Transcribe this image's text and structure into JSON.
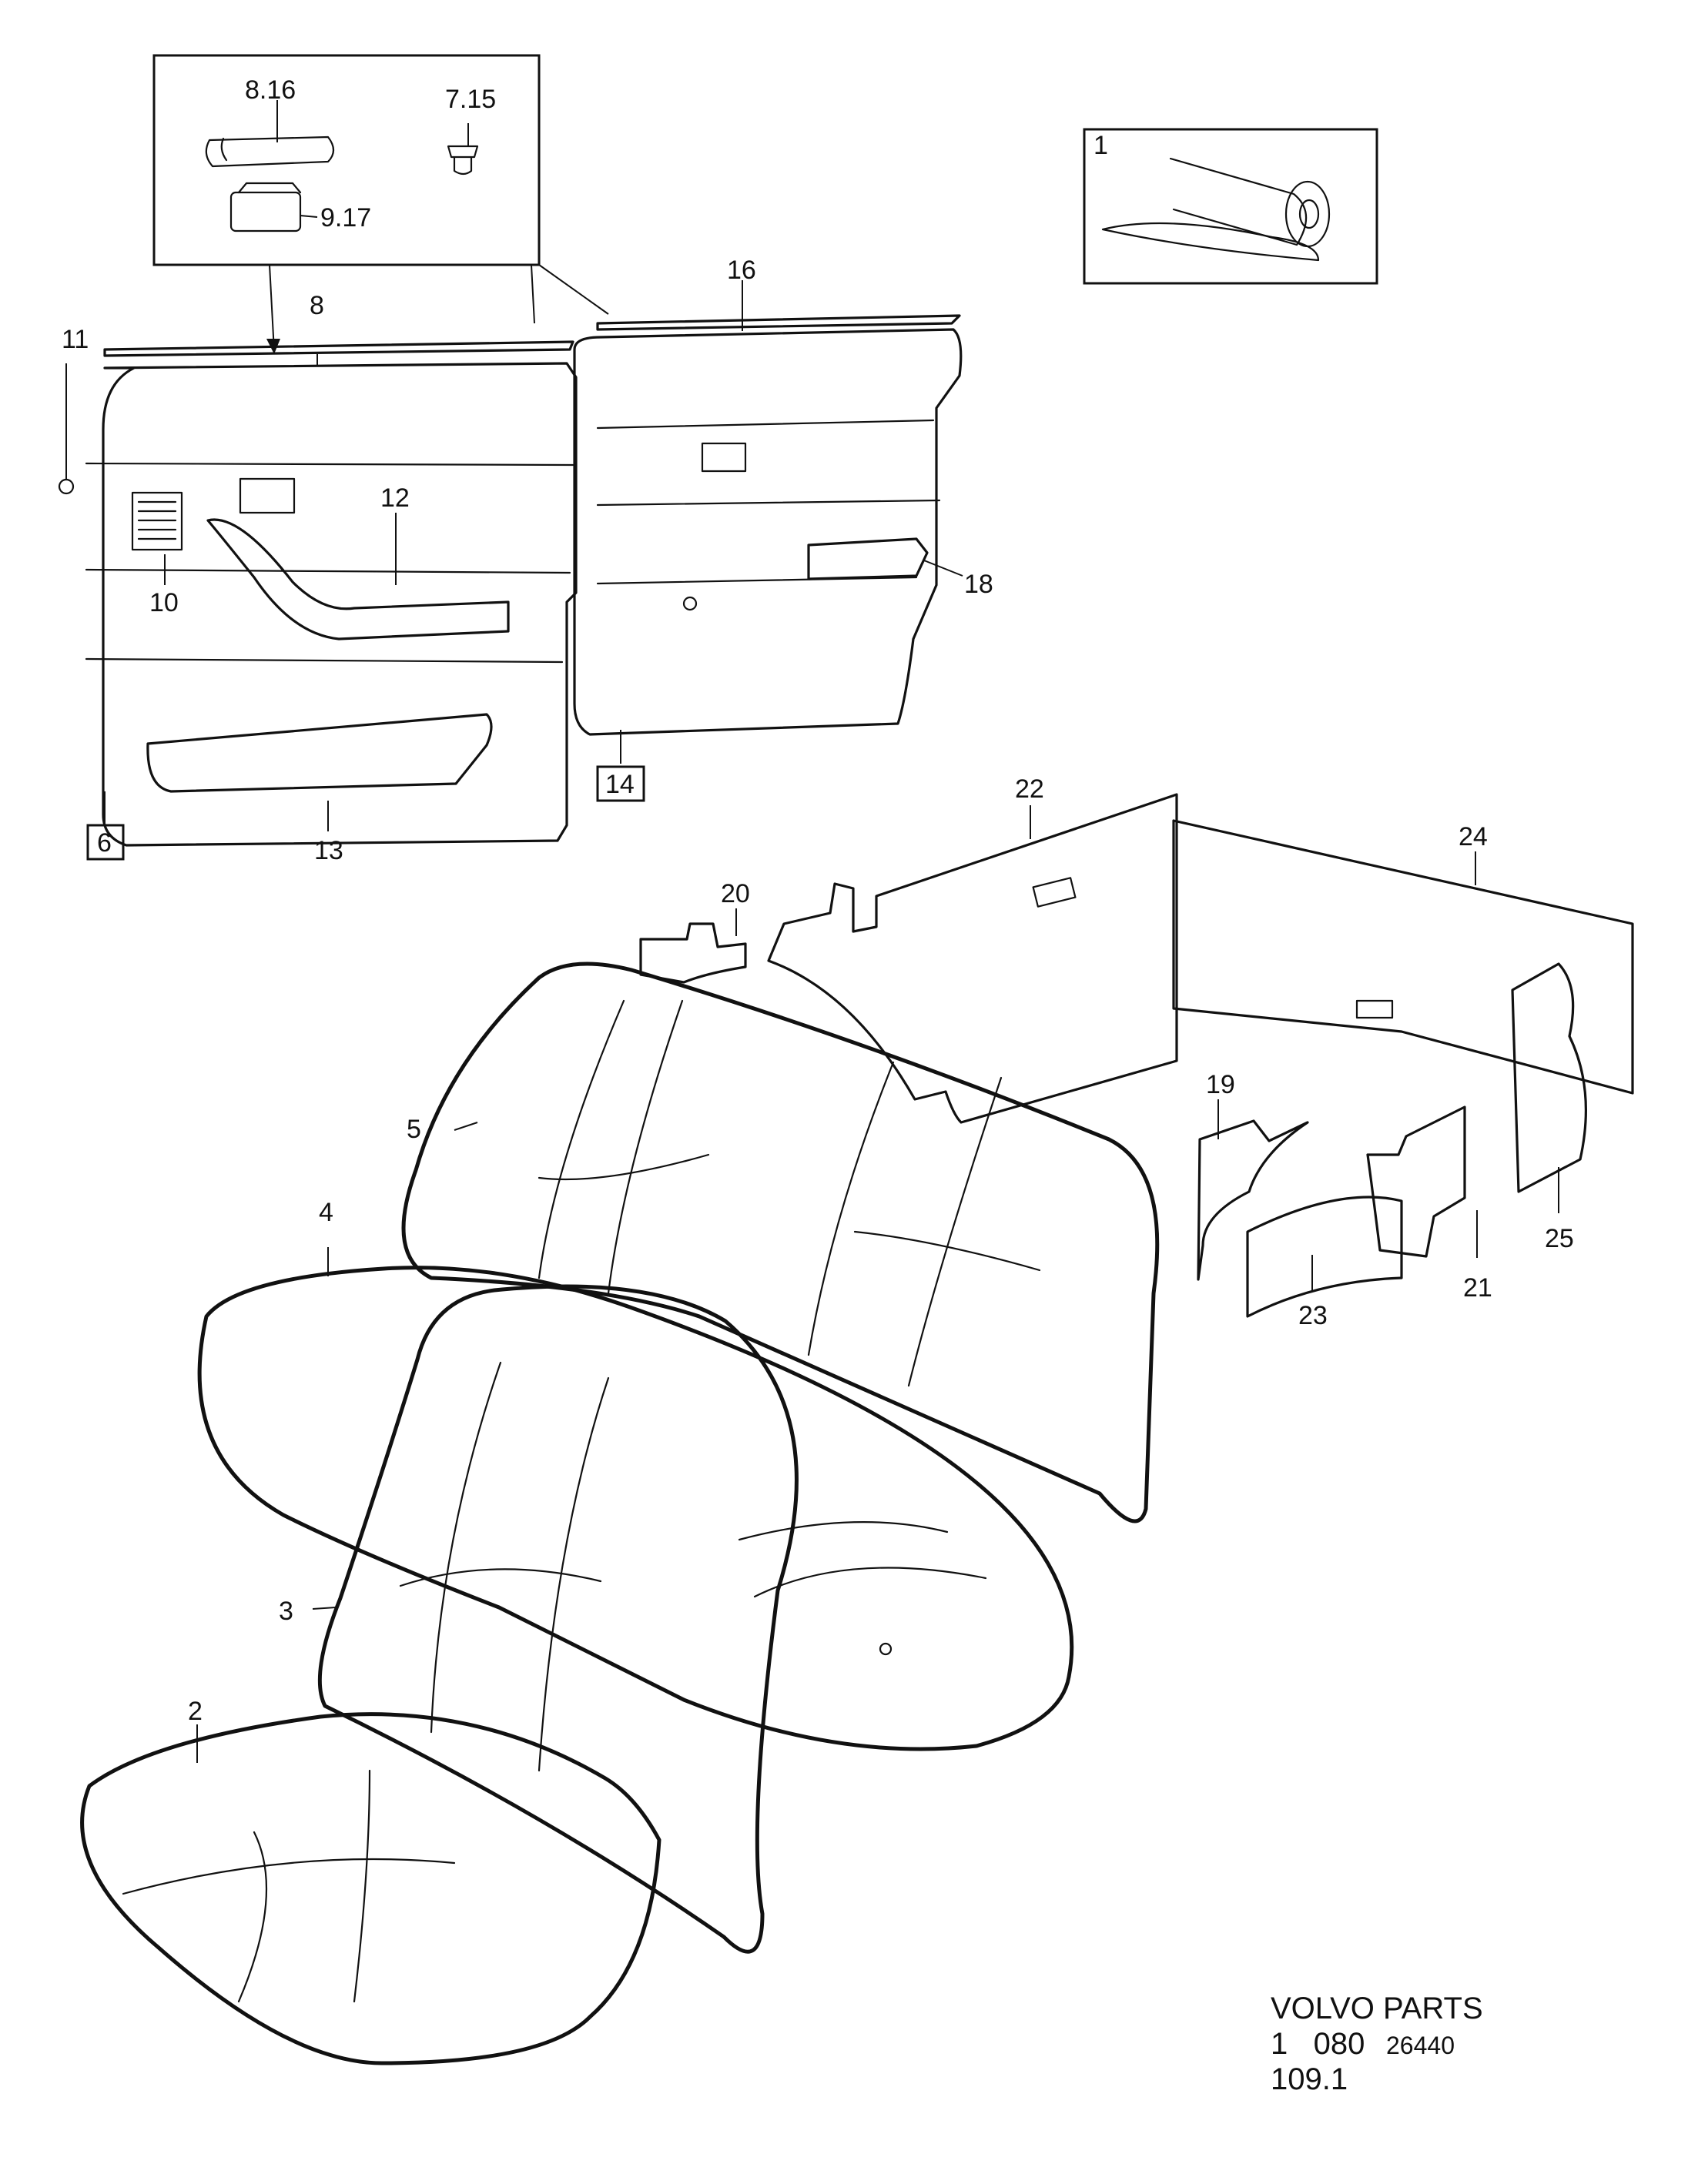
{
  "callouts": {
    "c1": "1",
    "c2": "2",
    "c3": "3",
    "c4": "4",
    "c5": "5",
    "c6": "6",
    "c7_15": "7.15",
    "c8": "8",
    "c8_16": "8.16",
    "c9_17": "9.17",
    "c10": "10",
    "c11": "11",
    "c12": "12",
    "c13": "13",
    "c14": "14",
    "c16": "16",
    "c18": "18",
    "c19": "19",
    "c20": "20",
    "c21": "21",
    "c22": "22",
    "c23": "23",
    "c24": "24",
    "c25": "25"
  },
  "footer": {
    "line1": "VOLVO PARTS",
    "line2_a": "1   080",
    "line2_b": "26440",
    "line3": "109.1"
  }
}
